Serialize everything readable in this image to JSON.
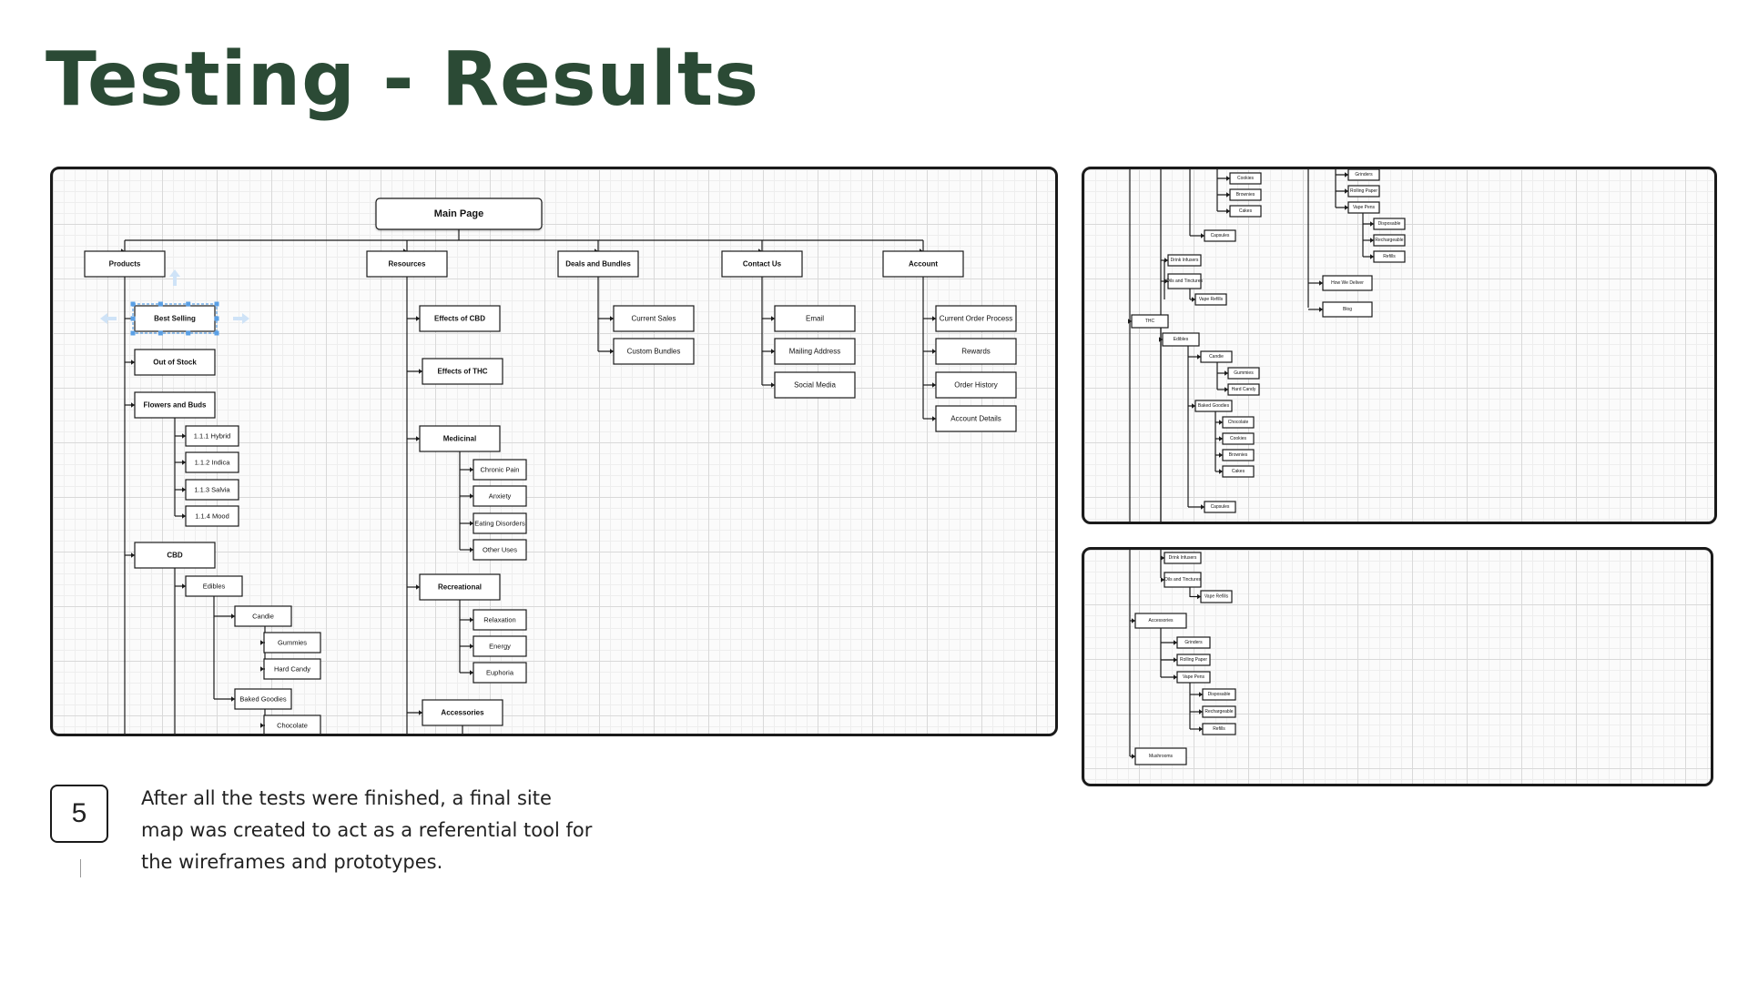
{
  "page": {
    "title": "Testing - Results"
  },
  "step": {
    "number": "5"
  },
  "caption": "After all the tests were finished, a final site map was created to act as a referential tool for the wireframes and prototypes.",
  "sitemap_main": {
    "root": "Main Page",
    "sections": {
      "products": "Products",
      "resources": "Resources",
      "deals": "Deals and Bundles",
      "contact": "Contact Us",
      "account": "Account"
    },
    "products": {
      "best_selling": "Best Selling",
      "out_of_stock": "Out of Stock",
      "flowers": "Flowers and Buds",
      "hybrid": "1.1.1 Hybrid",
      "indica": "1.1.2 Indica",
      "salvia": "1.1.3 Salvia",
      "mood": "1.1.4 Mood",
      "cbd": "CBD",
      "edibles": "Edibles",
      "candie": "Candie",
      "gummies": "Gummies",
      "hard_candy": "Hard Candy",
      "baked_goodies": "Baked Goodies",
      "chocolate": "Chocolate"
    },
    "resources": {
      "effects_cbd": "Effects of CBD",
      "effects_thc": "Effects of THC",
      "medicinal": "Medicinal",
      "chronic_pain": "Chronic Pain",
      "anxiety": "Anxiety",
      "eating_disorders": "Eating Disorders",
      "other_uses": "Other Uses",
      "recreational": "Recreational",
      "relaxation": "Relaxation",
      "energy": "Energy",
      "euphoria": "Euphoria",
      "accessories": "Accessories"
    },
    "deals": {
      "current_sales": "Current Sales",
      "custom_bundles": "Custom Bundles"
    },
    "contact": {
      "email": "Email",
      "mailing_address": "Mailing Address",
      "social_media": "Social Media"
    },
    "account": {
      "current_order_process": "Current Order Process",
      "rewards": "Rewards",
      "order_history": "Order History",
      "account_details": "Account Details"
    }
  },
  "sitemap_detail_1": {
    "cookies": "Cookies",
    "brownies": "Brownies",
    "cakes": "Cakes",
    "capsules": "Capsules",
    "grinders": "Grinders",
    "rolling_paper": "Rolling Paper",
    "vape_pens": "Vape Pens",
    "disposable": "Disposable",
    "rechargeable": "Rechargeable",
    "refills": "Refills",
    "drinks_infusers": "Drink Infusers",
    "oils_tinctures": "Oils and Tinctures",
    "vape_refills": "Vape Refills",
    "how_we_deliver": "How We Deliver",
    "blog": "Blog",
    "thc": "THC",
    "edibles": "Edibles",
    "candie": "Candie",
    "gummies": "Gummies",
    "hard_candy": "Hard Candy",
    "baked_goodies": "Baked Goodies",
    "chocolate": "Chocolate",
    "cookies2": "Cookies",
    "brownies2": "Brownies",
    "cakes2": "Cakes",
    "capsules2": "Capsules"
  },
  "sitemap_detail_2": {
    "drinks_infusers": "Drink Infusers",
    "oils_tinctures": "Oils and Tinctures",
    "vape_refills": "Vape Refills",
    "accessories": "Accessories",
    "grinders": "Grinders",
    "rolling_paper": "Rolling Paper",
    "vape_pens": "Vape Pens",
    "disposable": "Disposable",
    "rechargeable": "Rechargeable",
    "refills": "Refills",
    "mushrooms": "Mushrooms"
  },
  "colors": {
    "title": "#2b4a35",
    "selection": "#5aa0e6"
  }
}
